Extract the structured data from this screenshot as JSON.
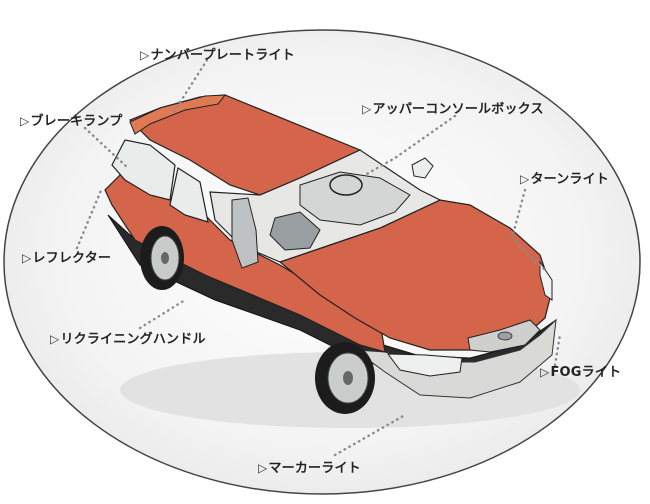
{
  "labels": {
    "number_plate_light": "ナンバープレートライト",
    "brake_lamp": "ブレーキランプ",
    "upper_console_box": "アッパーコンソールボックス",
    "turn_light": "ターンライト",
    "reflector": "レフレクター",
    "reclining_handle": "リクライニングハンドル",
    "fog_light": "FOGライト",
    "marker_light": "マーカーライト"
  },
  "marker_symbol": "▷",
  "colors": {
    "body": "#d4644a",
    "body_shadow": "#b0503a",
    "glass": "#e9ecea",
    "trim": "#2a2a2a",
    "silver": "#d9dad8",
    "leader_dots": "#8a8a8a",
    "ellipse_bg": "#efefef"
  }
}
